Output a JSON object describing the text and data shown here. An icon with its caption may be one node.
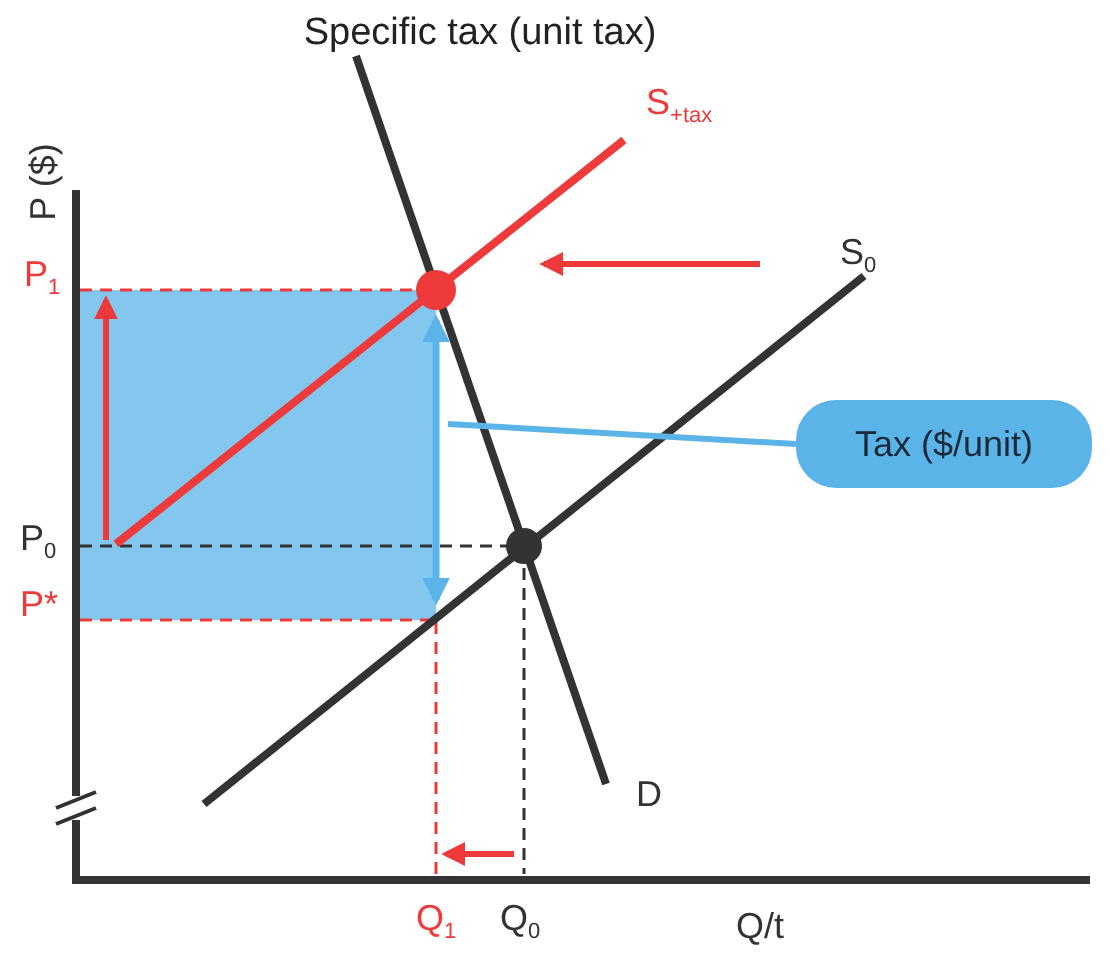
{
  "diagram": {
    "title": "Specific tax (unit tax)",
    "nodes": [
      {
        "text": [
          "Tax ($/unit)"
        ]
      },
      {
        "text": [],
        "shape": "arrow"
      }
    ],
    "edges": [
      {
        "from": 0,
        "to": 1,
        "arrow": "none",
        "color": "#5ab4e8"
      }
    ],
    "labels": [
      "P ($)",
      "S$_{+tax}$",
      "P$_{1}$",
      "S$_{0}$",
      "P$_{0}$",
      "P*",
      "D",
      "Q$_{1}$",
      "Q$_{0}$",
      "Q/t"
    ]
  }
}
